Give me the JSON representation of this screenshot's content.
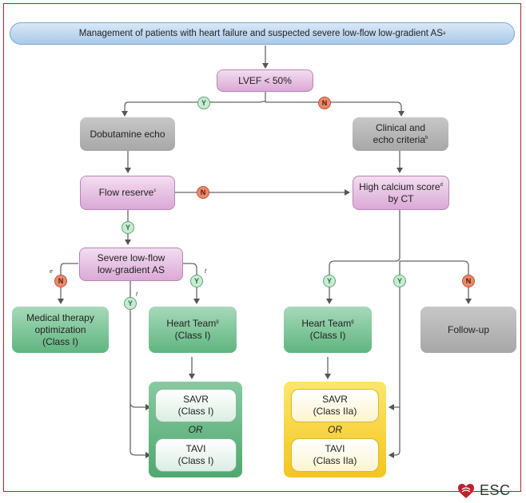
{
  "title": "Management of patients with heart failure and suspected severe low-flow low-gradient AS",
  "title_sup": "a",
  "nodes": {
    "lvef": "LVEF < 50%",
    "dobutamine": "Dobutamine echo",
    "clinical_line1": "Clinical and",
    "clinical_line2": "echo criteria",
    "clinical_sup": "b",
    "flow_reserve": "Flow reserve",
    "flow_reserve_sup": "c",
    "calcium_line1": "High calcium score",
    "calcium_sup": "d",
    "calcium_line2": "by CT",
    "severe_line1": "Severe low-flow",
    "severe_line2": "low-gradient AS",
    "medical_line1": "Medical therapy",
    "medical_line2": "optimization",
    "medical_line3": "(Class I)",
    "heart_team_left_line1": "Heart Team",
    "heart_team_left_sup": "g",
    "heart_team_left_line2": "(Class I)",
    "heart_team_right_line1": "Heart Team",
    "heart_team_right_sup": "g",
    "heart_team_right_line2": "(Class I)",
    "follow_up": "Follow-up",
    "savr_left_line1": "SAVR",
    "savr_left_line2": "(Class I)",
    "tavi_left_line1": "TAVI",
    "tavi_left_line2": "(Class I)",
    "savr_right_line1": "SAVR",
    "savr_right_line2": "(Class IIa)",
    "tavi_right_line1": "TAVI",
    "tavi_right_line2": "(Class IIa)",
    "or": "OR"
  },
  "badges": {
    "yes": "Y",
    "no": "N"
  },
  "footnotes": {
    "e": "e",
    "f": "f"
  },
  "logo": {
    "text": "ESC",
    "icon": "heart-icon"
  },
  "colors": {
    "frame": "#b2202b",
    "purple": "#dba9d6",
    "gray": "#a7a7a7",
    "green": "#5fb580",
    "yellow": "#f4c51d",
    "blue": "#a9c9ea"
  }
}
